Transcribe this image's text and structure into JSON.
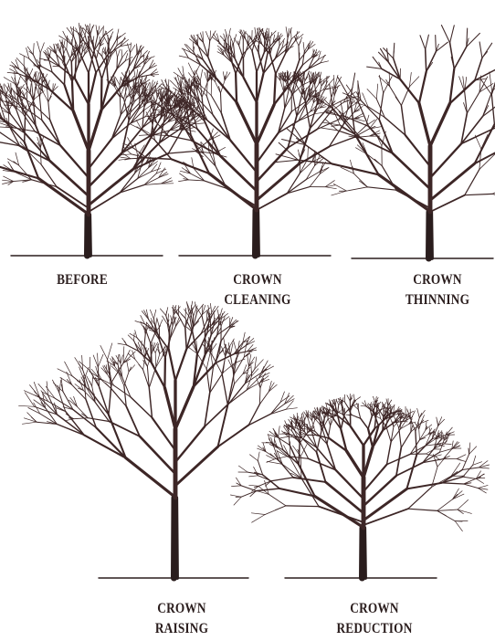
{
  "colors": {
    "ink": "#3d2626",
    "trunk_ink": "#2a1d1d",
    "caption": "#2a1d1d",
    "background": "#ffffff"
  },
  "panels": [
    {
      "id": "before",
      "icon": "tree-before-icon",
      "label_lines": [
        "BEFORE"
      ]
    },
    {
      "id": "crown-cleaning",
      "icon": "tree-crown-cleaning-icon",
      "label_lines": [
        "CROWN",
        "CLEANING"
      ]
    },
    {
      "id": "crown-thinning",
      "icon": "tree-crown-thinning-icon",
      "label_lines": [
        "CROWN",
        "THINNING"
      ]
    },
    {
      "id": "crown-raising",
      "icon": "tree-crown-raising-icon",
      "label_lines": [
        "CROWN",
        "RAISING"
      ]
    },
    {
      "id": "crown-reduction",
      "icon": "tree-crown-reduction-icon",
      "label_lines": [
        "CROWN",
        "REDUCTION"
      ]
    }
  ]
}
